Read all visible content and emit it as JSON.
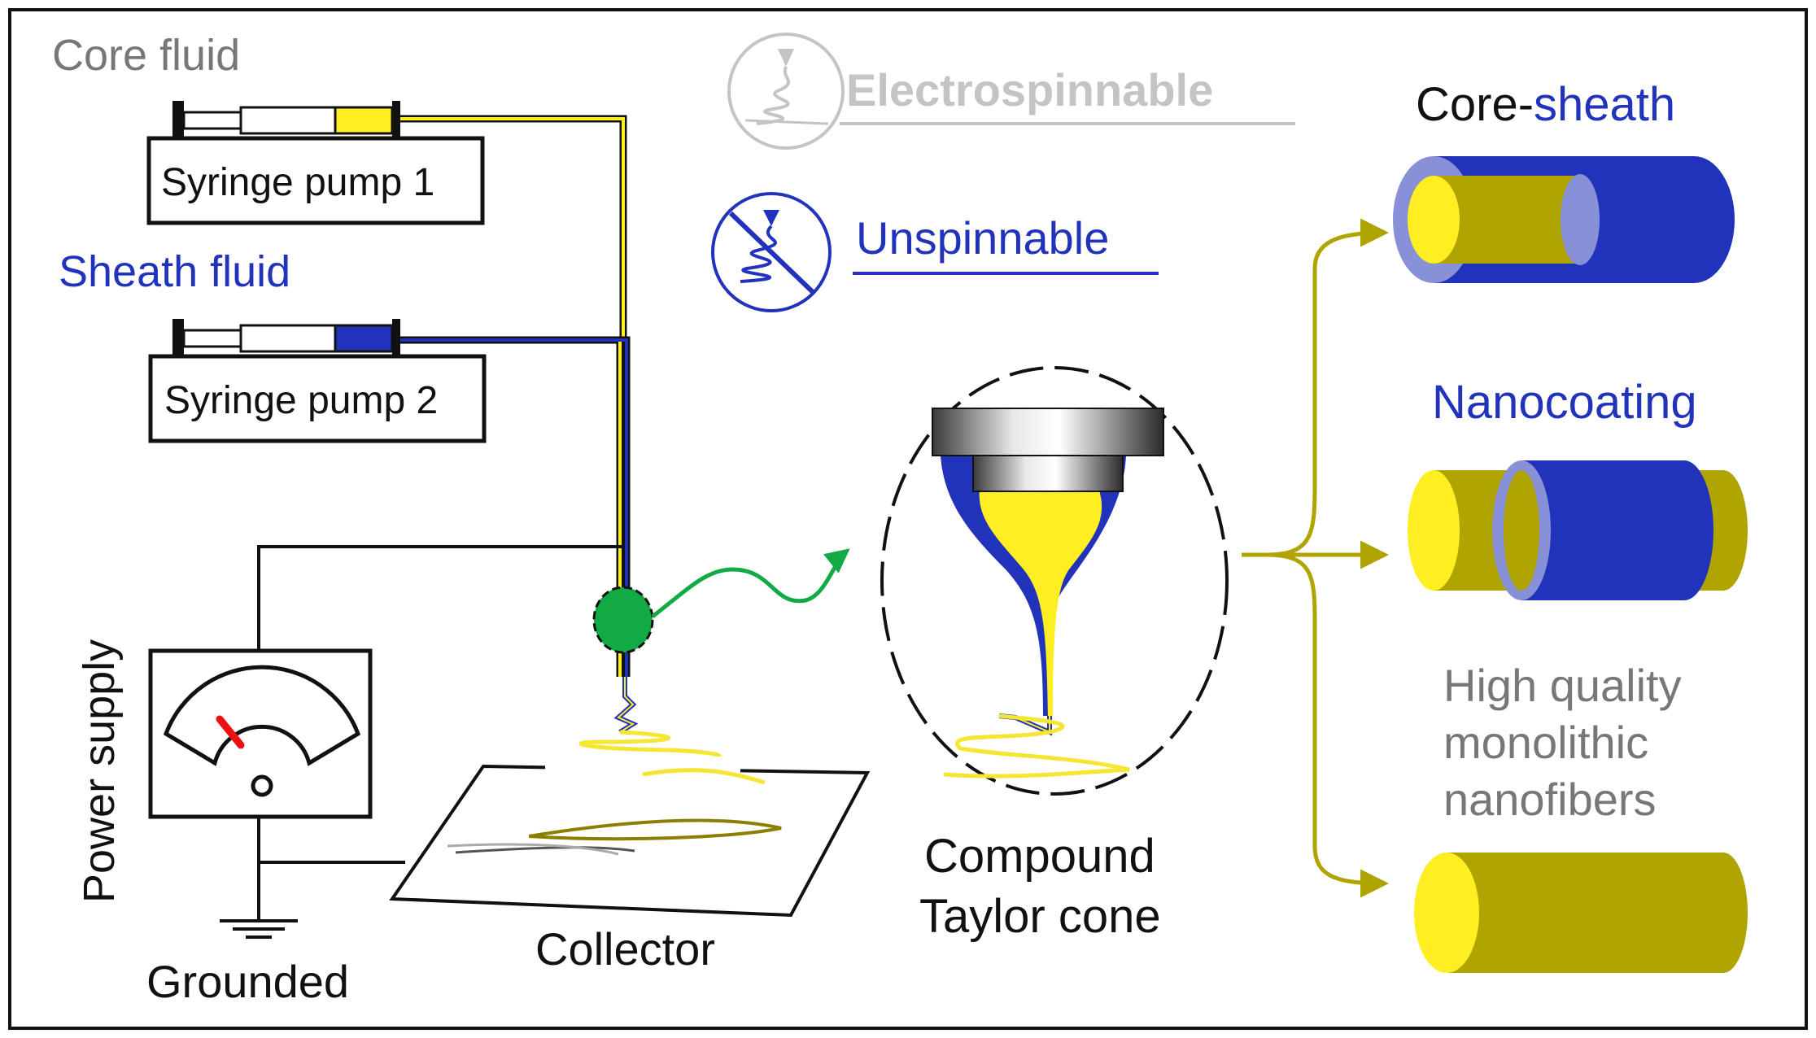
{
  "colors": {
    "core": "#ffee22",
    "sheath": "#2233bb",
    "sheath_light": "#8890d8",
    "fiber": "#b0a400",
    "fiber_dark": "#8a7f00",
    "jet_green": "#11aa44",
    "label_gray": "#777777",
    "faded_gray": "#c4c4c4",
    "meter_needle": "#ee1111",
    "outline": "#111111"
  },
  "labels": {
    "core_fluid": "Core fluid",
    "sheath_fluid": "Sheath fluid",
    "syringe_pump_1": "Syringe pump 1",
    "syringe_pump_2": "Syringe pump 2",
    "power_supply": "Power supply",
    "grounded": "Grounded",
    "collector": "Collector",
    "taylor_cone_line1": "Compound",
    "taylor_cone_line2": "Taylor cone",
    "electrospinnable": "Electrospinnable",
    "unspinnable": "Unspinnable",
    "core_sheath_core": "Core-",
    "core_sheath_sheath": "sheath",
    "nanocoating": "Nanocoating",
    "monolithic_line1": "High quality",
    "monolithic_line2": "monolithic",
    "monolithic_line3": "nanofibers"
  },
  "icons": {
    "electrospinnable": "spinneret-jet-icon",
    "unspinnable": "no-spinning-icon",
    "meter": "voltmeter-icon",
    "ground": "ground-symbol-icon"
  }
}
